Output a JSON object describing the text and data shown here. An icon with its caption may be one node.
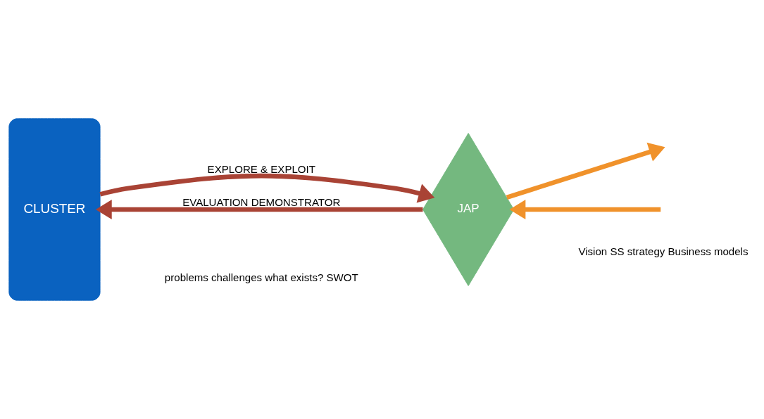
{
  "diagram": {
    "nodes": [
      {
        "text": [
          "CLUSTER"
        ]
      },
      {
        "text": [
          "JAP"
        ]
      }
    ],
    "edges": [
      {
        "from": 0,
        "to": 1,
        "arrow": "to",
        "label": "EXPLORE & EXPLOIT",
        "color": "#a94335"
      },
      {
        "from": 1,
        "to": 0,
        "arrow": "to",
        "label": "EVALUATION DEMONSTRATOR",
        "color": "#a94335"
      },
      {
        "from": 1,
        "to": null,
        "arrow": "to",
        "color": "#f0922b"
      },
      {
        "from": null,
        "to": 1,
        "arrow": "to",
        "color": "#f0922b"
      }
    ],
    "labels": [
      "problems challenges what exists? SWOT",
      "Vision SS strategy Business models"
    ]
  }
}
